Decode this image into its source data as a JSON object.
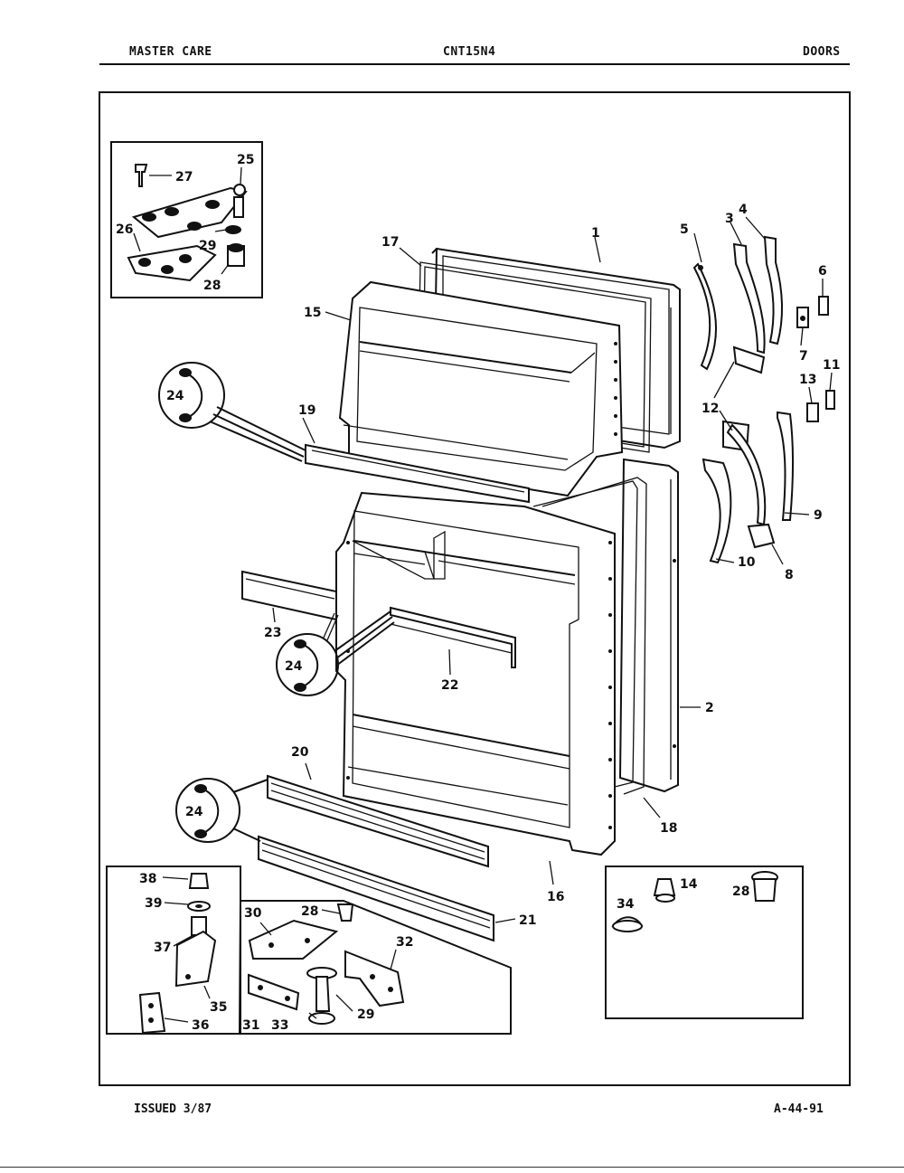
{
  "header": {
    "left": "MASTER CARE",
    "center": "CNT15N4",
    "right": "DOORS"
  },
  "footer": {
    "issued": "ISSUED 3/87",
    "code": "A-44-91"
  },
  "callouts": {
    "c1": "1",
    "c2": "2",
    "c3": "3",
    "c4": "4",
    "c5": "5",
    "c6": "6",
    "c7": "7",
    "c8": "8",
    "c9": "9",
    "c10": "10",
    "c11": "11",
    "c12": "12",
    "c13": "13",
    "c14": "14",
    "c15": "15",
    "c16": "16",
    "c17": "17",
    "c18": "18",
    "c19": "19",
    "c20": "20",
    "c21": "21",
    "c22": "22",
    "c23": "23",
    "c24a": "24",
    "c24b": "24",
    "c24c": "24",
    "c25": "25",
    "c26": "26",
    "c27": "27",
    "c28a": "28",
    "c28b": "28",
    "c28c": "28",
    "c29a": "29",
    "c29b": "29",
    "c30": "30",
    "c31": "31",
    "c32": "32",
    "c33": "33",
    "c34": "34",
    "c35": "35",
    "c36": "36",
    "c37": "37",
    "c38": "38",
    "c39": "39"
  }
}
